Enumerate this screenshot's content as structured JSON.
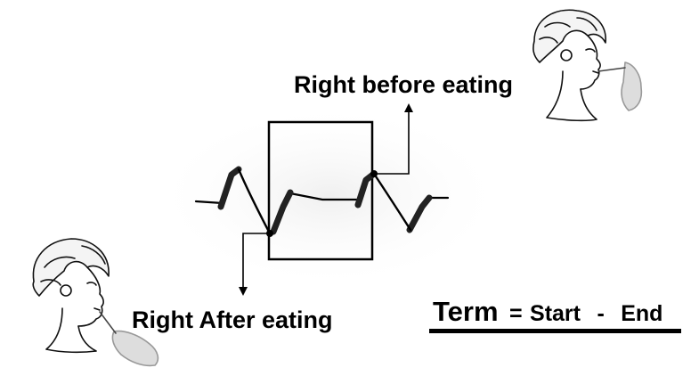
{
  "labels": {
    "before": "Right before eating",
    "after": "Right After eating"
  },
  "formula": {
    "term": "Term",
    "equals": "=",
    "start": "Start",
    "minus": "-",
    "end": "End"
  },
  "icons": {
    "top_right": "woman-eating-illustration-icon",
    "bottom_left": "woman-eating-illustration-icon"
  },
  "colors": {
    "ink": "#000000",
    "background": "#ffffff"
  }
}
